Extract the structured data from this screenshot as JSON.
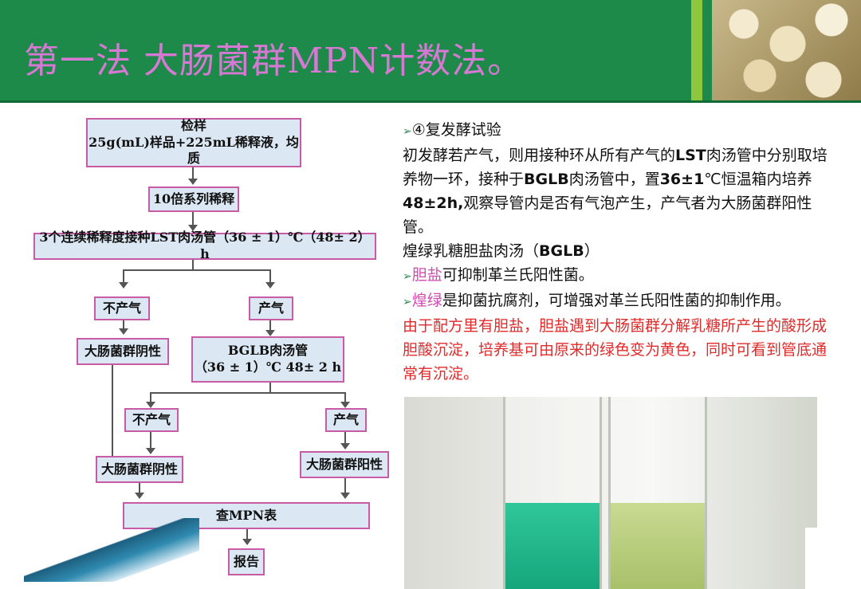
{
  "header": {
    "title": "第一法 大肠菌群MPN计数法。"
  },
  "flowchart": {
    "sample_line1": "检样",
    "sample_line2": "25g(mL)样品+225mL稀释液，均质",
    "dilution": "10倍系列稀释",
    "inoculate": "3个连续稀释度接种LST肉汤管（36 ± 1）℃（48± 2）h",
    "no_gas_1": "不产气",
    "gas_1": "产气",
    "negative_1": "大肠菌群阴性",
    "bglb_line1": "BGLB肉汤管",
    "bglb_line2": "（36 ± 1）℃ 48± 2 h",
    "no_gas_2": "不产气",
    "gas_2": "产气",
    "negative_2": "大肠菌群阴性",
    "positive": "大肠菌群阳性",
    "mpn_table": "查MPN表",
    "report": "报告"
  },
  "content": {
    "heading": "④复发酵试验",
    "para1_a": "初发酵若产气，则用接种环从所有产气的",
    "para1_lst": "LST",
    "para1_b": "肉汤管中分别取培养物一环，接种于",
    "para1_bglb": "BGLB",
    "para1_c": "肉汤管中，置",
    "para1_temp": "36±1",
    "para1_d": "℃恒温箱内培养",
    "para1_time": "48±2h,",
    "para1_e": "观察导管内是否有气泡产生，产气者为大肠菌群阳性管。",
    "bglb_name_a": "煌绿乳糖胆盐肉汤（",
    "bglb_name_b": "BGLB",
    "bglb_name_c": "）",
    "bullet1_hl": "胆盐",
    "bullet1_rest": "可抑制革兰氏阳性菌。",
    "bullet2_hl": "煌绿",
    "bullet2_rest": "是抑菌抗腐剂，可增强对革兰氏阳性菌的抑制作用。",
    "red_note": "由于配方里有胆盐，胆盐遇到大肠菌群分解乳糖所产生的酸形成胆酸沉淀，培养基可由原来的绿色变为黄色，同时可看到管底通常有沉淀。"
  },
  "colors": {
    "header": "#1d8a4a",
    "title": "#d779d4",
    "highlight": "#d24bb0",
    "note": "#e12a2a",
    "tube_left": "#1fb38a",
    "tube_right": "#b9cf7e"
  }
}
